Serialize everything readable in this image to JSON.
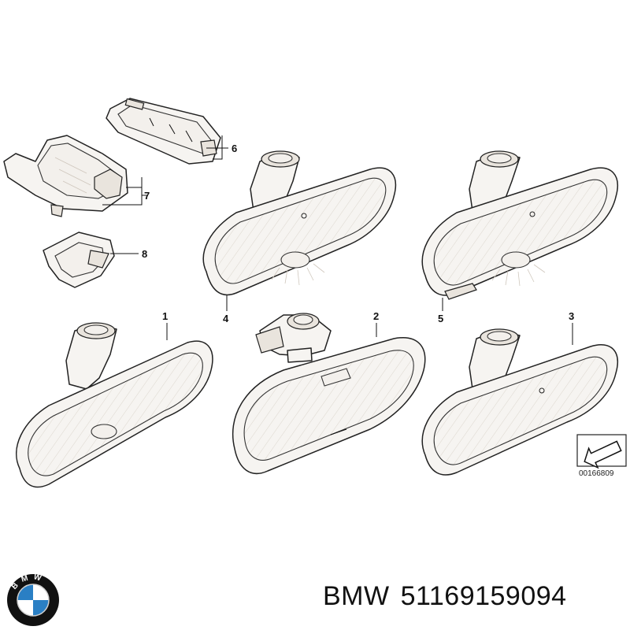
{
  "diagram": {
    "callouts": [
      {
        "id": "1",
        "label": "1"
      },
      {
        "id": "2",
        "label": "2"
      },
      {
        "id": "3",
        "label": "3"
      },
      {
        "id": "4",
        "label": "4"
      },
      {
        "id": "5",
        "label": "5"
      },
      {
        "id": "6",
        "label": "6"
      },
      {
        "id": "7",
        "label": "7"
      },
      {
        "id": "8",
        "label": "8"
      }
    ],
    "figure_code": "00166809"
  },
  "caption": {
    "brand": "BMW",
    "part_number": "51169159094"
  },
  "logo": {
    "icon": "bmw-roundel-icon",
    "letters": "BMW",
    "colors": {
      "blue": "#2a7fc4",
      "white": "#ffffff",
      "ring": "#111111"
    }
  }
}
